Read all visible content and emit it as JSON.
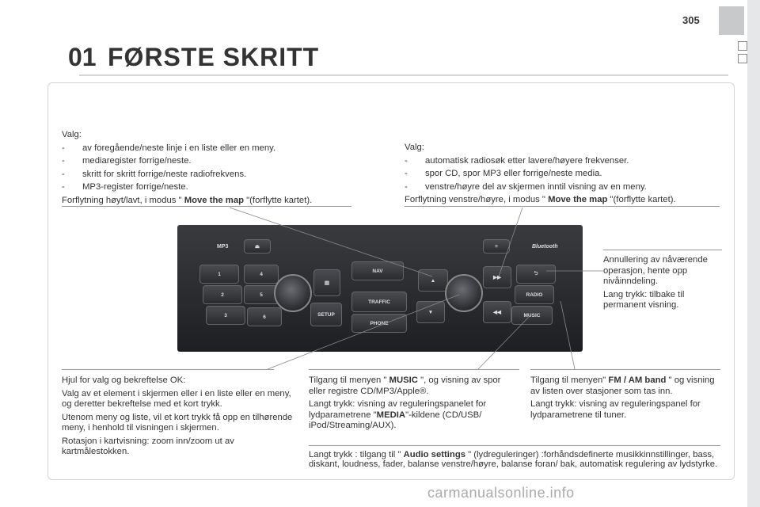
{
  "page": {
    "number": "305",
    "chapter_number": "01",
    "chapter_title": "FØRSTE SKRITT"
  },
  "left_top": {
    "intro": "Valg:",
    "items": [
      "av foregående/neste linje i en liste eller en meny.",
      "mediaregister forrige/neste.",
      "skritt for skritt forrige/neste radiofrekvens.",
      "MP3-register forrige/neste."
    ],
    "move_prefix": "Forflytning høyt/lavt, i modus \" ",
    "move_bold": "Move the map",
    "move_suffix": " \"(forflytte kartet)."
  },
  "right_top": {
    "intro": "Valg:",
    "items": [
      "automatisk radiosøk etter lavere/høyere frekvenser.",
      "spor CD, spor MP3 eller forrige/neste media.",
      "venstre/høyre del av skjermen inntil visning av en meny."
    ],
    "move_prefix": "Forflytning venstre/høyre, i modus \" ",
    "move_bold": "Move the map",
    "move_suffix": " \"(forflytte kartet)."
  },
  "right_side": {
    "p1": "Annullering av nåværende operasjon, hente opp nivåinndeling.",
    "p2": "Lang trykk: tilbake til permanent visning."
  },
  "bottom_left": {
    "p1": "Hjul for valg og bekreftelse OK:",
    "p2": "Valg av et element i skjermen eller i en liste eller en meny, og deretter bekreftelse med et kort trykk.",
    "p3": "Utenom meny og liste, vil et kort trykk få opp en tilhørende meny, i henhold til visningen i skjermen.",
    "p4": "Rotasjon i kartvisning: zoom inn/zoom ut av kartmålestokken."
  },
  "bottom_mid": {
    "p1_prefix": "Tilgang til menyen \" ",
    "p1_bold": "MUSIC",
    "p1_suffix": " \", og visning av spor eller registre CD/MP3/Apple®.",
    "p2_prefix": "Langt trykk: visning av reguleringspanelet for lydparametrene \"",
    "p2_bold": "MEDIA",
    "p2_suffix": "\"-kildene (CD/USB/ iPod/Streaming/AUX)."
  },
  "bottom_right": {
    "p1_prefix": "Tilgang til menyen\" ",
    "p1_bold": "FM / AM band",
    "p1_suffix": " \" og visning av listen over stasjoner som tas inn.",
    "p2": "Langt trykk: visning av reguleringspanel for lydparametrene til tuner."
  },
  "bottom_wide": {
    "prefix": "Langt trykk : tilgang til \" ",
    "bold": "Audio settings",
    "suffix": " \" (lydreguleringer) :forhåndsdefinerte musikkinnstillinger, bass, diskant, loudness, fader, balanse venstre/høyre, balanse foran/ bak, automatisk regulering av lydstyrke."
  },
  "panel": {
    "mp3": "MP3",
    "bluetooth": "Bluetooth",
    "nav": "NAV",
    "traffic": "TRAFFIC",
    "phone": "PHONE",
    "setup": "SETUP",
    "radio": "RADIO",
    "music": "MUSIC",
    "presets": [
      "1",
      "2",
      "3",
      "4",
      "5",
      "6"
    ]
  },
  "watermark": "carmanualsonline.info"
}
